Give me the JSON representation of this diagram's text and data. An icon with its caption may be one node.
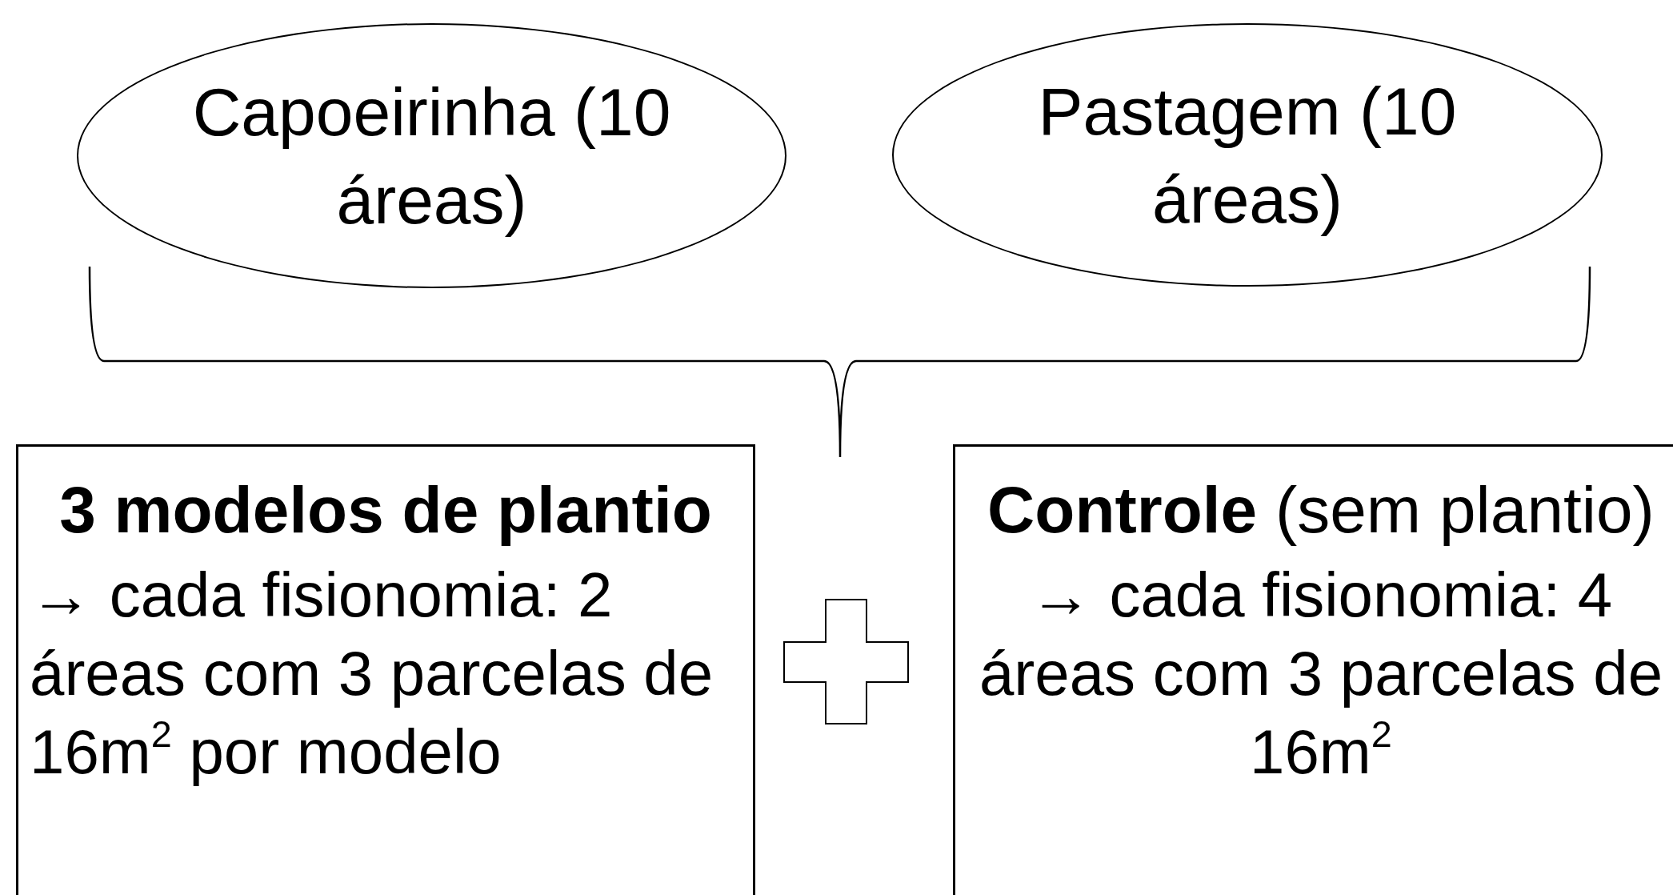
{
  "diagram": {
    "nodes": [
      {
        "text": [
          "Capoeirinha (10 áreas)"
        ]
      },
      {
        "text": [
          "Pastagem (10 áreas)"
        ]
      },
      {
        "text": [
          "3 modelos de plantio",
          "→ cada fisionomia: 2 áreas com 3 parcelas de 16m$^{2}$ por modelo"
        ]
      },
      {
        "text": [
          "**Controle** (sem plantio)",
          "→ cada fisionomia: 4 áreas com 3 parcelas de 16m$^{2}$"
        ]
      }
    ]
  }
}
